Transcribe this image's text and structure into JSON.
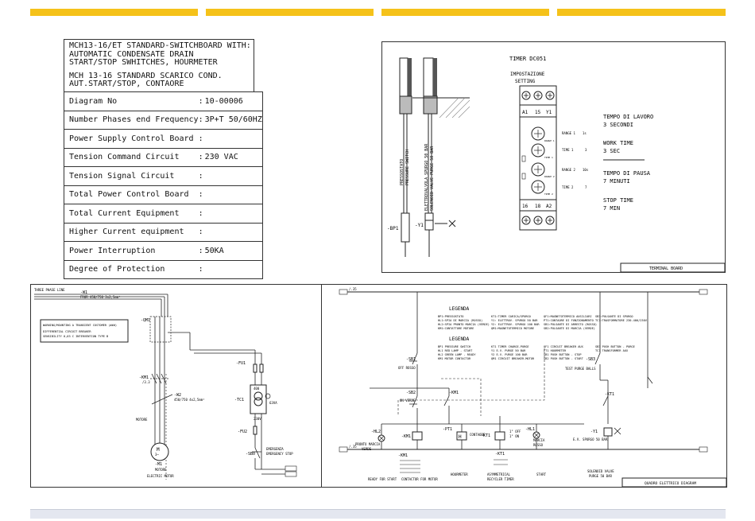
{
  "header_bars": [
    {
      "color": "#f5c21a"
    },
    {
      "color": "#f5c21a"
    },
    {
      "color": "#f5c21a"
    },
    {
      "color": "#f5c21a"
    }
  ],
  "title_block": {
    "line1": "MCH13-16/ET STANDARD-SWITCHBOARD WITH:",
    "line2": "AUTOMATIC CONDENSATE DRAIN",
    "line3": "START/STOP SWHITCHES, HOURMETER",
    "line4": "MCH 13-16 STANDARD SCARICO COND.",
    "line5": "AUT.START/STOP, CONTAORE"
  },
  "spec_table": [
    {
      "label": "Diagram No",
      "sep": ":",
      "value": "10-00006"
    },
    {
      "label": "Number Phases end Frequency",
      "sep": ":",
      "value": "3P+T 50/60HZ"
    },
    {
      "label": "Power Supply Control Board",
      "sep": ":",
      "value": ""
    },
    {
      "label": "Tension Command  Circuit",
      "sep": ":",
      "value": "230 VAC"
    },
    {
      "label": "Tension Signal Circuit",
      "sep": ":",
      "value": ""
    },
    {
      "label": "Total Power Control Board",
      "sep": ":",
      "value": ""
    },
    {
      "label": "Total Current Equipment",
      "sep": ":",
      "value": ""
    },
    {
      "label": "Higher Current equipment",
      "sep": ":",
      "value": ""
    },
    {
      "label": "Power Interruption",
      "sep": ":",
      "value": "50KA"
    },
    {
      "label": "Degree of Protection",
      "sep": ":",
      "value": ""
    }
  ],
  "timer_panel": {
    "title": "TIMER DC051",
    "setting_l1": "IMPOSTAZIONE",
    "setting_l2": "SETTING",
    "term_top": [
      "A1",
      "15",
      "Y1"
    ],
    "term_bot": [
      "16",
      "18",
      "A2"
    ],
    "knob_labels": [
      "RANGE 1",
      "TIME 1",
      "RANGE 2",
      "TIME 2"
    ],
    "range1": "RANGE 1",
    "range1_val": "1s",
    "time1": "TIME 1",
    "time1_val": "3",
    "range2": "RANGE 2",
    "range2_val": "10s",
    "time2": "TIME 2",
    "time2_val": "7",
    "work_it_l1": "TEMPO DI LAVORO",
    "work_it_l2": "3 SECONDI",
    "work_en_l1": "WORK TIME",
    "work_en_l2": "3 SEC",
    "pause_it_l1": "TEMPO DI PAUSA",
    "pause_it_l2": "7 MINUTI",
    "stop_en_l1": "STOP TIME",
    "stop_en_l2": "7 MIN",
    "bp1": "-BP1",
    "y1": "-Y1",
    "ps_it": "PRESSOSTATO",
    "ps_en": "PRESSURE SWITCH",
    "ev_it": "ELETTROVALVOLA SPURGO 50 BAR",
    "ev_en": "SOLENOID VALVE PURGE 50 BAR",
    "footer": "TERMINAL BOARD"
  },
  "power_panel": {
    "supply": "THREE PHASE LINE",
    "w1": "-W1",
    "w1_spec": "FROR 450/750 3x2,5mm²",
    "warn_l1": "WARNING/MOUNTING A TRANSIENT CUSTOMER (###)",
    "warn_l2": "DIFFERENTIAL CIRCUIT BREAKER",
    "warn_l3": "SENSIBILITY 0,03 C INTERVENTION TYPE B",
    "qm1": "-QM1",
    "km1": "-KM1",
    "km1_sub": "/3.3",
    "w2": "-W2",
    "w2_spec": "450/750 4x2,5mm²",
    "motor": "MOTORE",
    "m1": "-M1",
    "motor_it": "MOTORE",
    "motor_en": "ELECTRIC MOTOR",
    "fu1": "-FU1",
    "tc1": "-TC1",
    "va": "63VA",
    "v400": "400",
    "v230": "230V",
    "fu2": "-FU2",
    "sb0": "-SB0",
    "emerg_l1": "EMERGENZA",
    "emerg_l2": "EMERGENCY STOP"
  },
  "control_panel": {
    "rail_top": "/.35",
    "rail_bot": "/.35",
    "legend_it": "LEGENDA",
    "legend_en": "LEGENDA",
    "legend_it_c1": [
      "BP1:PRESSOSTATO",
      "HL1:SPIA DI MARCIA (ROSSO)",
      "HL2:SPIA PRONTO MARCIA (VERDE)",
      "KM1:CONTATTORE MOTORE"
    ],
    "legend_it_c2": [
      "KT1:TIMER CARICA/SPURGO",
      "Y1: ELETTROV. SPURGO 50 BAR",
      "Y2: ELETTROV. SPURGO 100 BAR",
      "QM1:MAGNETOTERMICO MOTORE"
    ],
    "legend_it_c3": [
      "QF1:MAGNETOTERMICO AUSILIARI",
      "PT1:CONTAORE DI FUNZIONAMENTO",
      "SB1:PULSANTE DI ARRESTO (ROSSO)",
      "SB2:PULSANTE DI MARCIA (VERDE)"
    ],
    "legend_it_c4": [
      "SB3:PULSANTE DI SPURGO",
      "TC1:TRASFORMATORE 230-400/230V"
    ],
    "legend_en_c1": [
      "BP1 PRESSURE SWITCH",
      "HL1 RED LAMP - START",
      "HL2 GREEN LAMP - READY",
      "KM1 MOTOR CONTACTOR"
    ],
    "legend_en_c2": [
      "KT1 TIMER CHARGE-PURGE",
      "Y1 E.V. PURGE 50 BAR",
      "Y2 E.V. PURGE 100 BAR",
      "QM1 CIRCUIT BREAKER-MOTOR"
    ],
    "legend_en_c3": [
      "QF1 CIRCUIT BREAKER AUX",
      "PT1 HOURMETER",
      "SB1 PUSH BUTTON - STOP",
      "SB2 PUSH BUTTON - START"
    ],
    "legend_en_c4": [
      "SB3 PUSH BUTTON - PURGE",
      "TC1 TRANSFORMER AUX"
    ],
    "sb1": "-SB1",
    "sb1_desc": "OFF ROSSO",
    "sb2": "-SB2",
    "sb2_desc": "ON VERDE",
    "sb3": "-SB3",
    "sb3_desc": "TEST PURGE BALLS",
    "km1_c": "-KM1",
    "km1_coil": "-KM1",
    "hl2": "-HL2",
    "hl2_l1": "PRONTO MARCIA",
    "hl2_l2": "VERDE",
    "pt1": "-PT1",
    "contatore": "CONTAORE",
    "kt1": "-KT1",
    "kt1_t1": "1\" OFF",
    "kt1_t2": "1\" ON",
    "hl1": "-HL1",
    "hl1_l1": "MARCIA",
    "hl1_l2": "ROSSO",
    "kt1_c": "-KT1",
    "y1_c": "-Y1",
    "y1_desc": "E.V. SPURGO 50 BAR",
    "bot_km1": "-KM1",
    "bot_kt1": "-KT1",
    "lab_ready": "READY FOR START",
    "lab_contactor": "CONTACTOR FOR MOTOR",
    "lab_hourmeter": "HOURMETER",
    "lab_kt_l1": "ASYMMETRICAL",
    "lab_kt_l2": "RECYCLER TIMER",
    "lab_start": "START",
    "lab_sv_l1": "SOLENOID VALVE",
    "lab_sv_l2": "PURGE 50 BAR",
    "footer": "QUADRO ELETTRICO DIAGRAM"
  }
}
